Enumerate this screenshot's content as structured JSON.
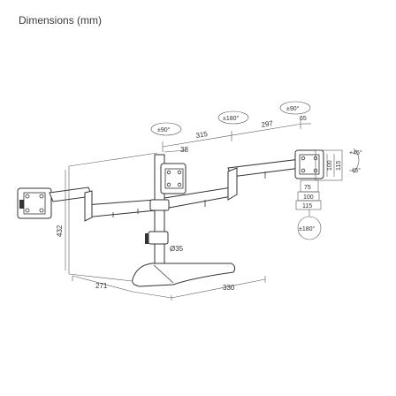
{
  "title": "Dimensions (mm)",
  "rotations": {
    "left_vesa": "±90°",
    "center_arm": "±180°",
    "right_vesa": "±90°",
    "bottom": "±180°"
  },
  "tilt": {
    "up": "+45°",
    "down": "-45°"
  },
  "dims": {
    "arm_span_1": "315",
    "arm_span_2": "297",
    "end_offset": "65",
    "pole_offset": "38",
    "pole_diameter": "Ø35",
    "height": "432",
    "base_depth": "271",
    "base_width": "330",
    "vesa_75": "75",
    "vesa_100": "100",
    "plate_width": "115",
    "plate_v_100": "100",
    "plate_v_115": "115"
  }
}
